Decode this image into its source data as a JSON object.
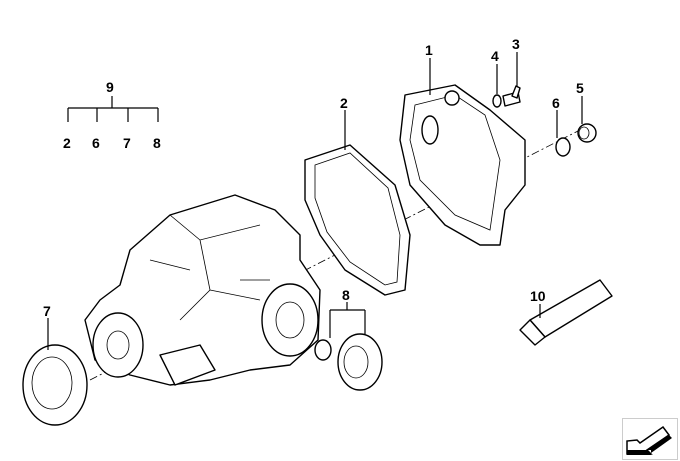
{
  "diagram": {
    "callouts": {
      "c1": "1",
      "c2a": "2",
      "c3": "3",
      "c4": "4",
      "c5": "5",
      "c6a": "6",
      "c7a": "7",
      "c8a": "8",
      "c9": "9",
      "c10": "10",
      "group_children": [
        "2",
        "6",
        "7",
        "8"
      ]
    }
  },
  "nav": {
    "icon": "arrow-down-left-icon"
  }
}
